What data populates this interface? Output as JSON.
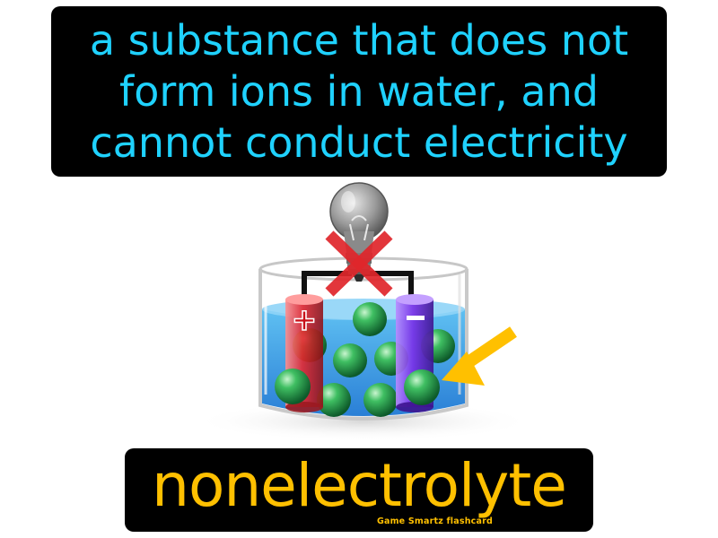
{
  "definition": "a substance that does not form ions in water, and cannot conduct electricity",
  "term": "nonelectrolyte",
  "brand": "Game Smartz flashcard",
  "electrodes": {
    "positive_symbol": "+",
    "negative_symbol": "−"
  },
  "icons": [
    "light-bulb-icon",
    "red-x-icon",
    "arrow-icon"
  ],
  "colors": {
    "definition_text": "#1fd2ff",
    "term_text": "#ffc000",
    "panel_background": "#000000",
    "water": "#3aa6e8",
    "positive_electrode": "#e8242c",
    "negative_electrode": "#7a2ee8",
    "molecule": "#1e9a4a",
    "arrow": "#ffc000",
    "x_mark": "#e0262b"
  }
}
